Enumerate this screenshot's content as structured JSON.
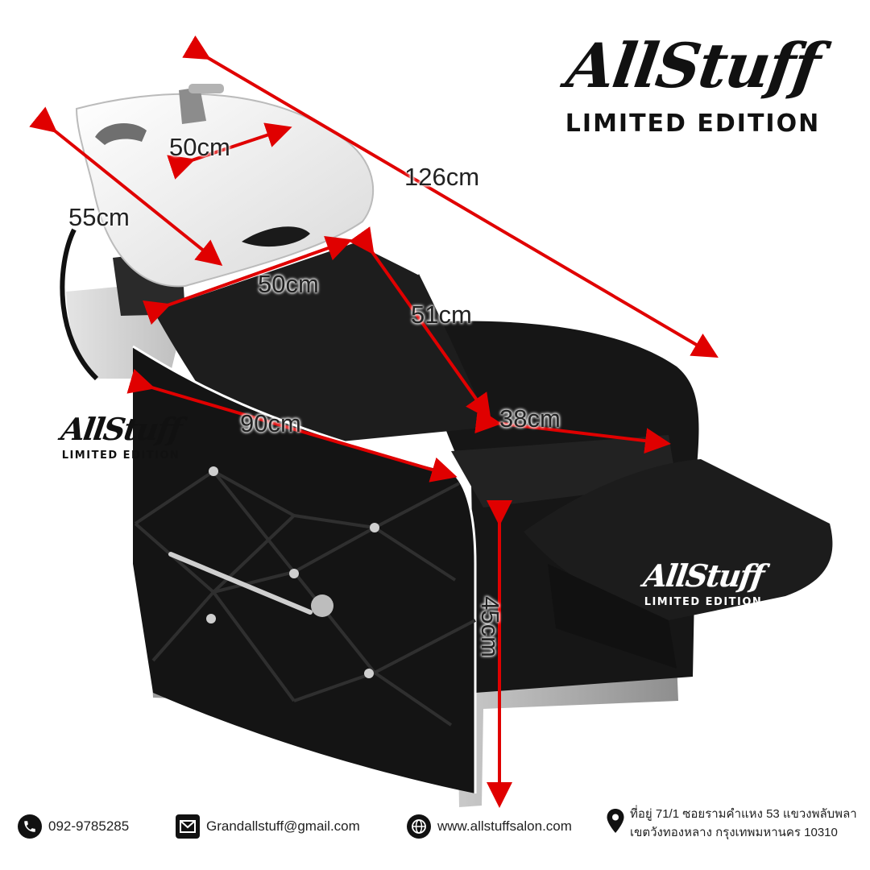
{
  "brand": {
    "name": "AllStuff",
    "edition": "LIMITED EDITION"
  },
  "dimensions": [
    {
      "id": "bowl-width",
      "label": "50cm"
    },
    {
      "id": "bowl-depth",
      "label": "55cm"
    },
    {
      "id": "total-length",
      "label": "126cm"
    },
    {
      "id": "back-width",
      "label": "50cm"
    },
    {
      "id": "back-height",
      "label": "51cm"
    },
    {
      "id": "seat-depth",
      "label": "38cm"
    },
    {
      "id": "body-length",
      "label": "90cm"
    },
    {
      "id": "seat-height",
      "label": "45cm"
    }
  ],
  "contact": {
    "phone": "092-9785285",
    "email": "Grandallstuff@gmail.com",
    "website": "www.allstuffsalon.com",
    "address_line1": "ที่อยู่ 71/1 ซอยรามคำแหง 53 แขวงพลับพลา",
    "address_line2": "เขตวังทองหลาง กรุงเทพมหานคร 10310"
  },
  "icons": {
    "phone": "phone-icon",
    "email": "envelope-icon",
    "website": "globe-icon",
    "address": "map-pin-icon"
  },
  "colors": {
    "arrow": "#e00000",
    "chair": "#151515",
    "piping": "#ffffff",
    "basin": "#f2f2f2",
    "base": "#b5b5b5"
  }
}
